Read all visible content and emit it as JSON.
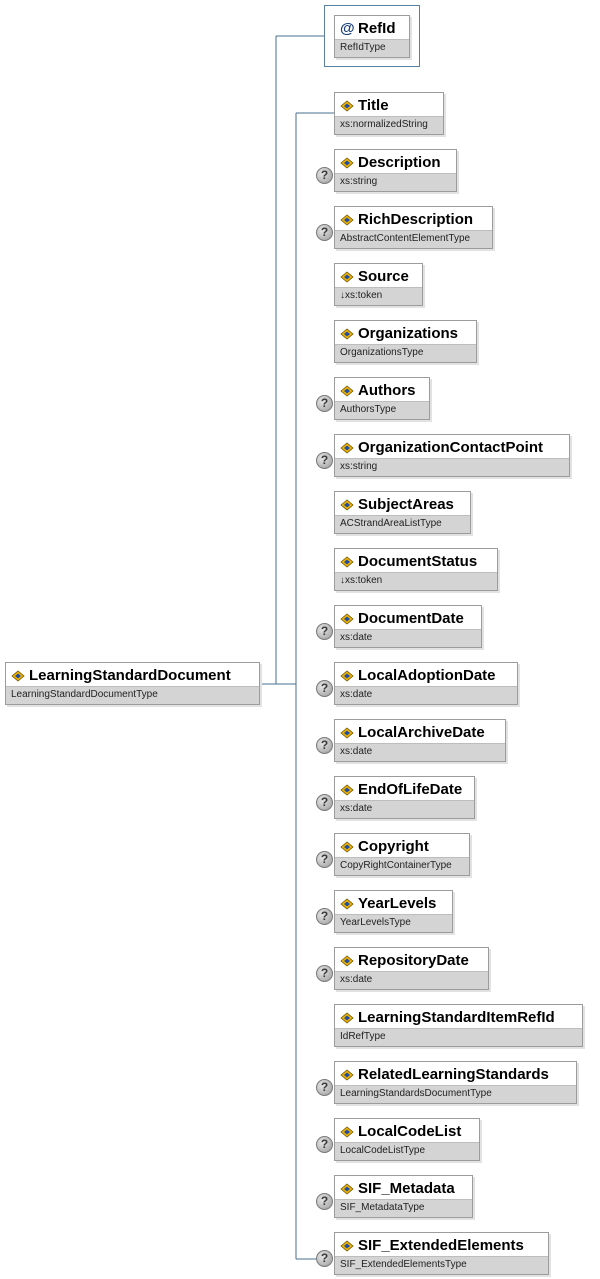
{
  "root": {
    "name": "LearningStandardDocument",
    "type": "LearningStandardDocumentType",
    "icon": "element-icon"
  },
  "attribute": {
    "name": "RefId",
    "type": "RefIdType",
    "icon": "attribute-at-icon"
  },
  "children": [
    {
      "name": "Title",
      "type": "xs:normalizedString",
      "optional": false
    },
    {
      "name": "Description",
      "type": "xs:string",
      "optional": true
    },
    {
      "name": "RichDescription",
      "type": "AbstractContentElementType",
      "optional": true
    },
    {
      "name": "Source",
      "type": "↓xs:token",
      "optional": false
    },
    {
      "name": "Organizations",
      "type": "OrganizationsType",
      "optional": false
    },
    {
      "name": "Authors",
      "type": "AuthorsType",
      "optional": true
    },
    {
      "name": "OrganizationContactPoint",
      "type": "xs:string",
      "optional": true
    },
    {
      "name": "SubjectAreas",
      "type": "ACStrandAreaListType",
      "optional": false
    },
    {
      "name": "DocumentStatus",
      "type": "↓xs:token",
      "optional": false
    },
    {
      "name": "DocumentDate",
      "type": "xs:date",
      "optional": true
    },
    {
      "name": "LocalAdoptionDate",
      "type": "xs:date",
      "optional": true
    },
    {
      "name": "LocalArchiveDate",
      "type": "xs:date",
      "optional": true
    },
    {
      "name": "EndOfLifeDate",
      "type": "xs:date",
      "optional": true
    },
    {
      "name": "Copyright",
      "type": "CopyRightContainerType",
      "optional": true
    },
    {
      "name": "YearLevels",
      "type": "YearLevelsType",
      "optional": true
    },
    {
      "name": "RepositoryDate",
      "type": "xs:date",
      "optional": true
    },
    {
      "name": "LearningStandardItemRefId",
      "type": "IdRefType",
      "optional": false
    },
    {
      "name": "RelatedLearningStandards",
      "type": "LearningStandardsDocumentType",
      "optional": true
    },
    {
      "name": "LocalCodeList",
      "type": "LocalCodeListType",
      "optional": true
    },
    {
      "name": "SIF_Metadata",
      "type": "SIF_MetadataType",
      "optional": true
    },
    {
      "name": "SIF_ExtendedElements",
      "type": "SIF_ExtendedElementsType",
      "optional": true
    }
  ],
  "optional_badge": "?"
}
